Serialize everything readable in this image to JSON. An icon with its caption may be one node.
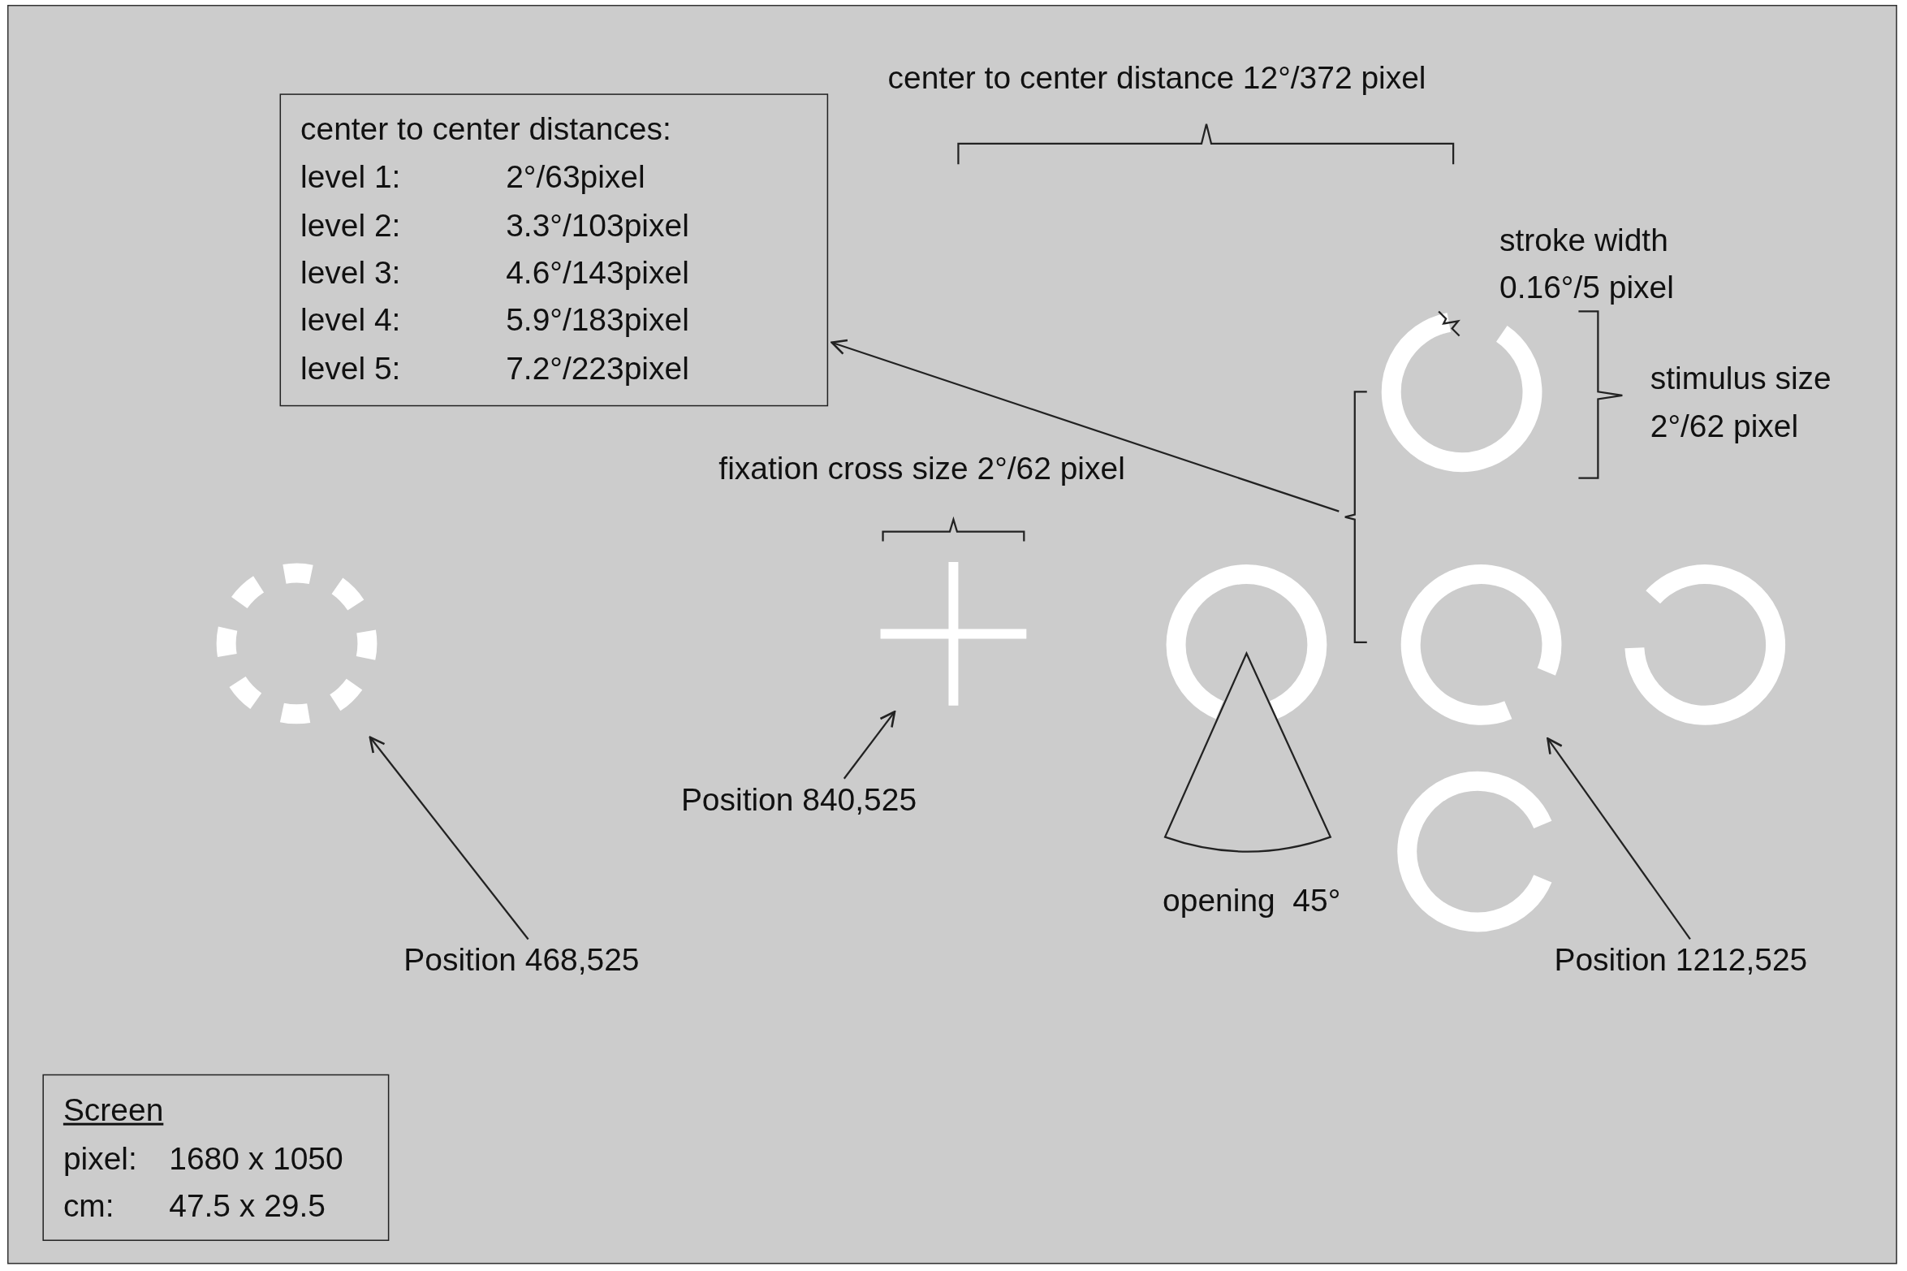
{
  "diagram": {
    "nodes": [
      {
        "text": [
          "center to center distances:",
          "level 1:",
          "2°/63pixel",
          "level 2:",
          "3.3°/103pixel",
          "level 3:",
          "4.6°/143pixel",
          "level 4:",
          "5.9°/183pixel",
          "level 5:",
          "7.2°/223pixel"
        ]
      },
      {
        "text": [],
        "shape": "circle"
      },
      {
        "text": [],
        "shape": "bracket"
      },
      {
        "text": [],
        "shape": "circle"
      },
      {
        "text": [],
        "shape": "cross"
      },
      {
        "text": [],
        "shape": "circle"
      },
      {
        "text": [],
        "shape": "circle"
      },
      {
        "text": [],
        "shape": "circle"
      },
      {
        "text": [],
        "shape": "circle"
      },
      {
        "text": [
          "Position 840,525"
        ]
      },
      {
        "text": [
          "Position 468,525"
        ]
      },
      {
        "text": [
          "Position 1212,525"
        ]
      },
      {
        "text": [
          "Screen",
          "pixel:",
          "1680 x 1050",
          "cm:",
          "47.5 x 29.5"
        ]
      },
      {
        "text": [],
        "shape": "sector"
      }
    ],
    "edges": [
      {
        "from": 2,
        "to": 0,
        "arrow": "to"
      },
      {
        "from": 9,
        "to": 4,
        "arrow": "to"
      },
      {
        "from": 10,
        "to": 3,
        "arrow": "to"
      },
      {
        "from": 11,
        "to": 6,
        "arrow": "to"
      }
    ],
    "labels": [
      "center to center distance 12°/372 pixel",
      "stroke width 0.16°/5 pixel",
      "stimulus size 2°/62 pixel",
      "fixation cross size 2°/62 pixel",
      "opening  45°"
    ]
  }
}
